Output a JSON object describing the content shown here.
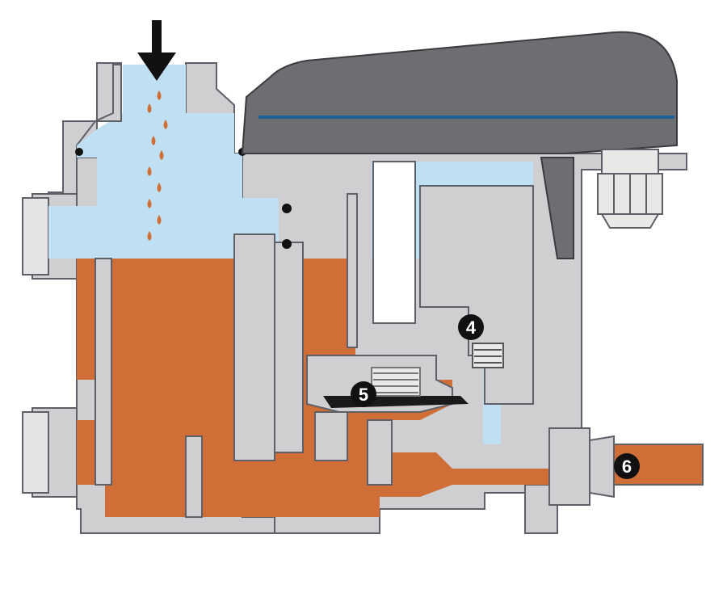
{
  "callouts": [
    {
      "id": "4",
      "label": "4"
    },
    {
      "id": "5",
      "label": "5"
    },
    {
      "id": "6",
      "label": "6"
    }
  ],
  "colors": {
    "body": "#cfcfd1",
    "outline": "#5e6068",
    "water": "#bfe0f2",
    "condensate": "#cf6e36",
    "cover": "#6d6e72",
    "cover_stripe": "#1f5f96",
    "arrow": "#111111",
    "spring": "#777777"
  },
  "icons": [
    "flow-arrow-icon",
    "gland-fitting-icon",
    "spring-icon"
  ]
}
